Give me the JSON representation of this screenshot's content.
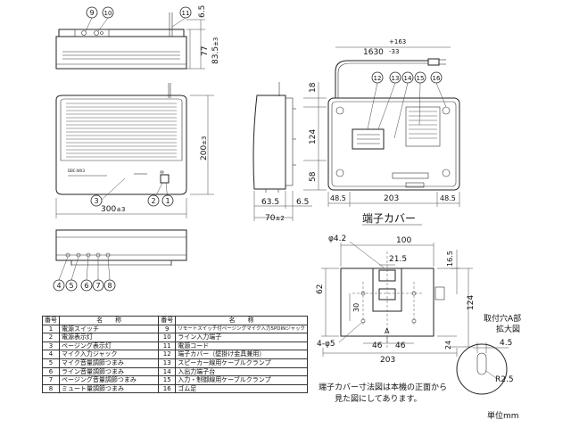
{
  "callouts": [
    "1",
    "2",
    "3",
    "4",
    "5",
    "6",
    "7",
    "8",
    "9",
    "10",
    "11",
    "12",
    "13",
    "14",
    "15",
    "16"
  ],
  "dimensions": {
    "top_width": "6.5",
    "top_height": "77",
    "top_height2": "83.5",
    "top_height2_tol": "±3",
    "cord_length": "1630",
    "cord_tol_plus": "+163",
    "cord_tol_minus": "-33",
    "front_height": "200",
    "front_height_tol": "±3",
    "front_width": "300",
    "front_width_tol": "±3",
    "side_depth": "63.5",
    "side_depth2": "6.5",
    "side_total": "70",
    "side_total_tol": "±2",
    "rear_top": "18",
    "rear_mid": "124",
    "rear_bottom": "58",
    "rear_left": "48.5",
    "rear_center": "203",
    "rear_right": "48.5",
    "cover_phi": "φ4.2",
    "cover_width": "100",
    "cover_inner": "21.5",
    "cover_right_top": "16.5",
    "cover_height": "62",
    "cover_inner_h": "30",
    "cover_total_h": "124",
    "cover_holes": "4-φ5",
    "cover_46a": "46",
    "cover_46b": "46",
    "cover_24": "24",
    "cover_total_w": "203",
    "detail_width": "4.5",
    "detail_radius": "R2.5",
    "label_a": "A"
  },
  "labels": {
    "cover_title": "端子カバー",
    "detail_title1": "取付穴A部",
    "detail_title2": "拡大図",
    "note1": "端子カバー寸法図は本機の正面から",
    "note2": "見た図にしてあります。",
    "unit": "単位mm",
    "panel_text": "DBC-WX3"
  },
  "table": {
    "headers": [
      "番号",
      "名　　称",
      "番号",
      "名　　称"
    ],
    "rows": [
      [
        "1",
        "電源スイッチ",
        "9",
        "リモートスイッチ付ページングマイク入力5PDINジャック"
      ],
      [
        "2",
        "電源表示灯",
        "10",
        "ライン入力端子"
      ],
      [
        "3",
        "ページング表示灯",
        "11",
        "電源コード"
      ],
      [
        "4",
        "マイク入力ジャック",
        "12",
        "端子カバー（壁掛け金具兼用）"
      ],
      [
        "5",
        "マイク音量調節つまみ",
        "13",
        "スピーカー線用ケーブルクランプ"
      ],
      [
        "6",
        "ライン音量調節つまみ",
        "14",
        "入出力端子台"
      ],
      [
        "7",
        "ページング音量調節つまみ",
        "15",
        "入力・制御線用ケーブルクランプ"
      ],
      [
        "8",
        "ミュート量調節つまみ",
        "16",
        "ゴム足"
      ]
    ]
  }
}
